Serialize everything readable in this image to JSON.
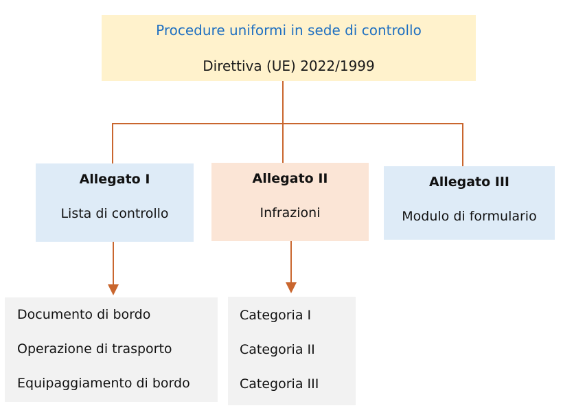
{
  "diagram": {
    "root": {
      "title": "Procedure uniformi in sede di controllo",
      "subtitle": "Direttiva (UE) 2022/1999"
    },
    "branches": [
      {
        "title": "Allegato I",
        "subtitle": "Lista di controllo"
      },
      {
        "title": "Allegato II",
        "subtitle": "Infrazioni"
      },
      {
        "title": "Allegato III",
        "subtitle": "Modulo di formulario"
      }
    ],
    "leaves": [
      {
        "items": [
          "Documento di bordo",
          "Operazione di trasporto",
          "Equipaggiamento di bordo"
        ]
      },
      {
        "items": [
          "Categoria I",
          "Categoria II",
          "Categoria III"
        ]
      }
    ]
  },
  "colors": {
    "root_box_bg": "#FFF2CC",
    "blue_box_bg": "#DEEBF7",
    "peach_box_bg": "#FBE5D6",
    "leaf_box_bg": "#F2F2F2",
    "connector": "#C9662E",
    "root_title_text": "#1F70C1",
    "body_text": "#111111"
  }
}
